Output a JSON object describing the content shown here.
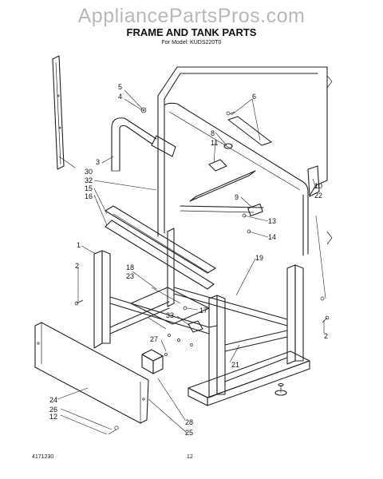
{
  "watermark": "AppliancePartsPros.com",
  "title": "FRAME AND TANK PARTS",
  "subtitle": "For Model: KUDS220T0",
  "footer": {
    "left": "4171230",
    "center": "12"
  },
  "callouts": {
    "c1": "1",
    "c2a": "2",
    "c2b": "2",
    "c3": "3",
    "c4": "4",
    "c5": "5",
    "c6": "6",
    "c8": "8",
    "c9": "9",
    "c10": "10",
    "c11": "11",
    "c12": "12",
    "c13": "13",
    "c14": "14",
    "c15": "15",
    "c16": "16",
    "c17": "17",
    "c18": "18",
    "c19": "19",
    "c21": "21",
    "c22": "22",
    "c23": "23",
    "c24": "24",
    "c25": "25",
    "c26": "26",
    "c27": "27",
    "c28": "28",
    "c30": "30",
    "c32": "32",
    "c33": "33"
  }
}
